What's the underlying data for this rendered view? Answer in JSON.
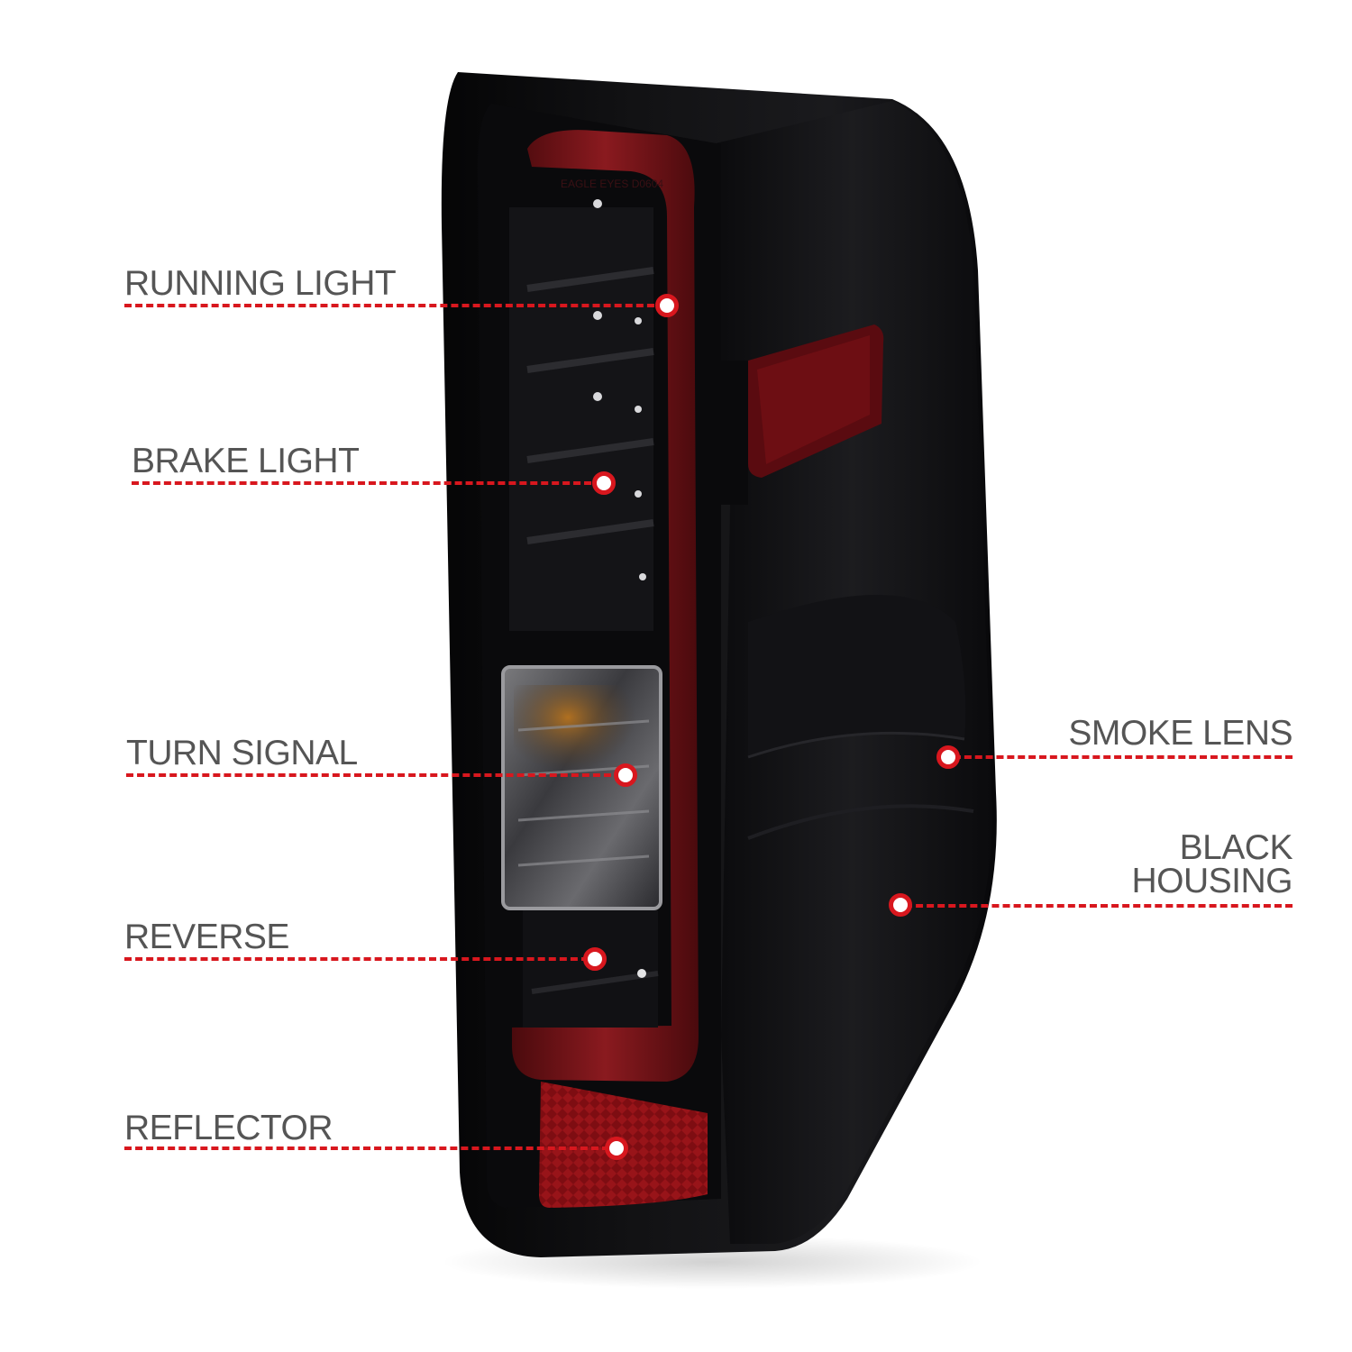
{
  "callouts_left": [
    {
      "id": "running-light",
      "text": "RUNNING LIGHT"
    },
    {
      "id": "brake-light",
      "text": "BRAKE LIGHT"
    },
    {
      "id": "turn-signal",
      "text": "TURN SIGNAL"
    },
    {
      "id": "reverse",
      "text": "REVERSE"
    },
    {
      "id": "reflector",
      "text": "REFLECTOR"
    }
  ],
  "callouts_right": [
    {
      "id": "smoke-lens",
      "text": "SMOKE LENS"
    },
    {
      "id": "black-housing",
      "lines": [
        "BLACK",
        "HOUSING"
      ]
    }
  ],
  "lens_marking": "EAGLE EYES D0604",
  "colors": {
    "accent": "#d8171e",
    "label_text": "#555555",
    "housing": "#0e0e10",
    "light_bar": "#7a1418",
    "reflector": "#8e0f14"
  }
}
